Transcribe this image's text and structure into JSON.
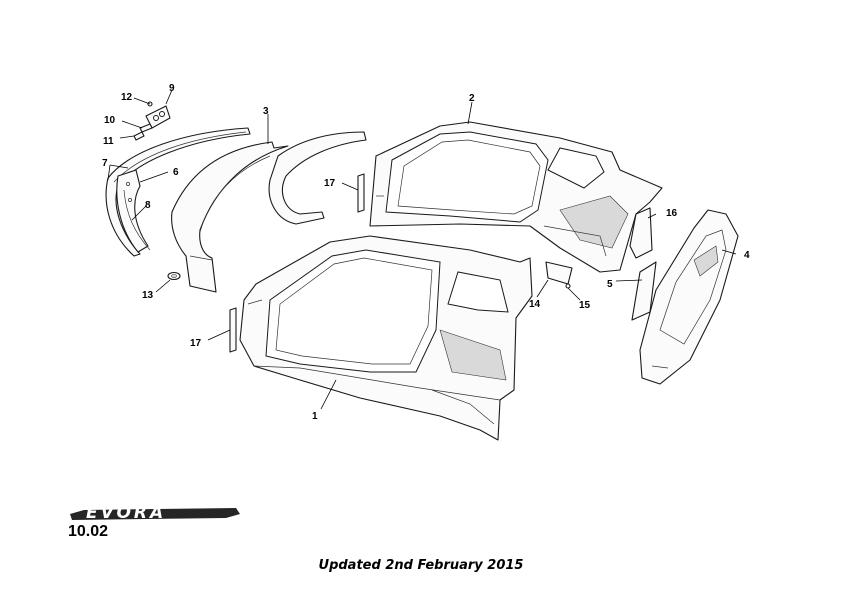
{
  "brand": {
    "logo_text": "EVORA"
  },
  "section": {
    "number": "10.02"
  },
  "footer": {
    "updated": "Updated 2nd February 2015"
  },
  "callouts": [
    "1",
    "2",
    "3",
    "4",
    "5",
    "6",
    "7",
    "8",
    "9",
    "10",
    "11",
    "12",
    "13",
    "14",
    "15",
    "16",
    "17",
    "17"
  ]
}
